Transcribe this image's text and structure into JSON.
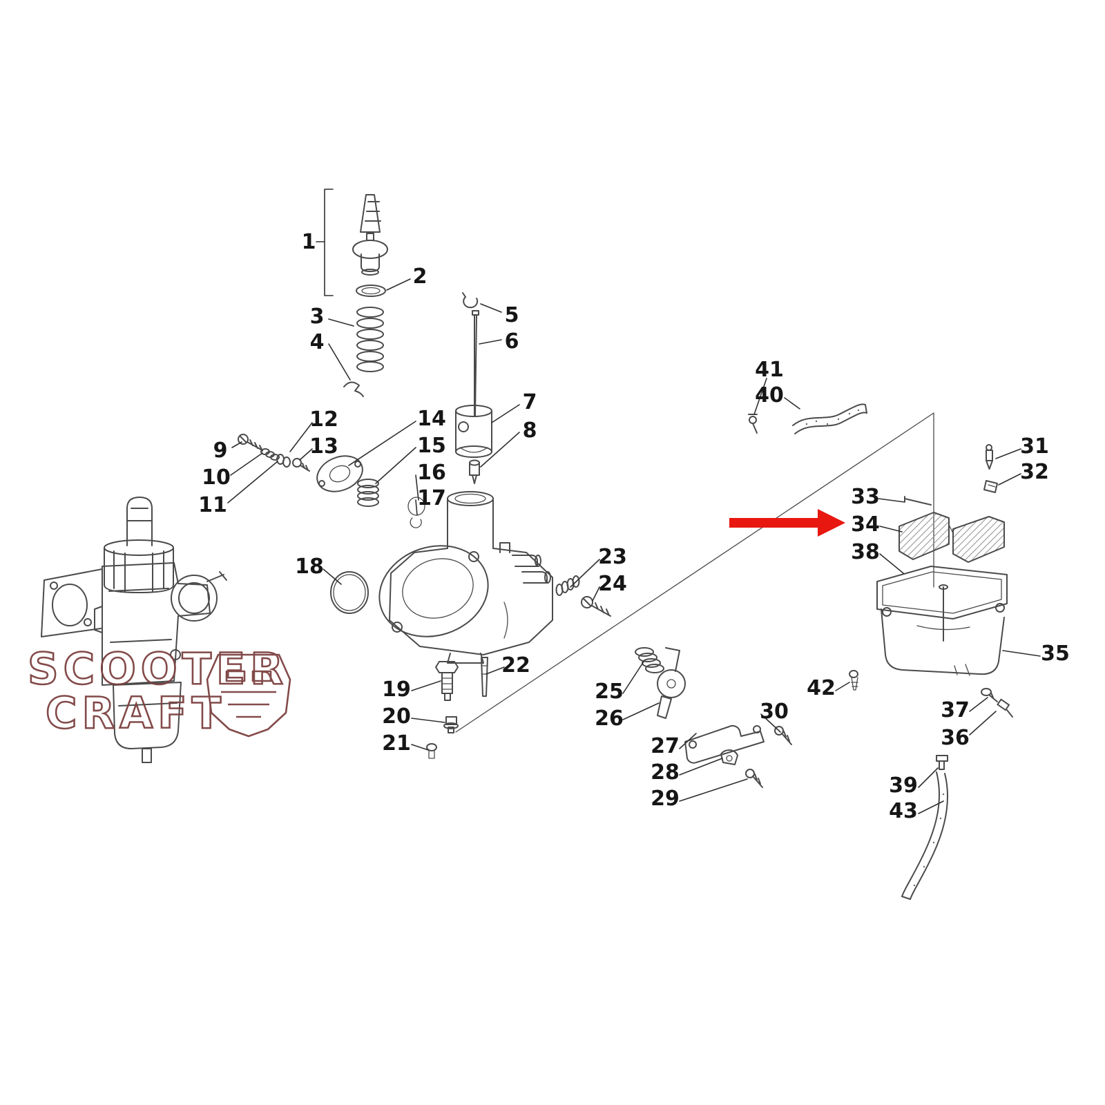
{
  "diagram": {
    "type": "exploded-parts-diagram",
    "subject": "carburetor",
    "watermark": {
      "line1": "SCOOTER",
      "line2": "CRAFT"
    },
    "colors": {
      "line": "#4a4a4a",
      "label": "#161616",
      "watermark": "#7c4140",
      "arrow": "#e81710"
    },
    "highlighted_part": "34",
    "parts": [
      {
        "num": "1"
      },
      {
        "num": "2"
      },
      {
        "num": "3"
      },
      {
        "num": "4"
      },
      {
        "num": "5"
      },
      {
        "num": "6"
      },
      {
        "num": "7"
      },
      {
        "num": "8"
      },
      {
        "num": "9"
      },
      {
        "num": "10"
      },
      {
        "num": "11"
      },
      {
        "num": "12"
      },
      {
        "num": "13"
      },
      {
        "num": "14"
      },
      {
        "num": "15"
      },
      {
        "num": "16"
      },
      {
        "num": "17"
      },
      {
        "num": "18"
      },
      {
        "num": "19"
      },
      {
        "num": "20"
      },
      {
        "num": "21"
      },
      {
        "num": "22"
      },
      {
        "num": "23"
      },
      {
        "num": "24"
      },
      {
        "num": "25"
      },
      {
        "num": "26"
      },
      {
        "num": "27"
      },
      {
        "num": "28"
      },
      {
        "num": "29"
      },
      {
        "num": "30"
      },
      {
        "num": "31"
      },
      {
        "num": "32"
      },
      {
        "num": "33"
      },
      {
        "num": "34"
      },
      {
        "num": "35"
      },
      {
        "num": "36"
      },
      {
        "num": "37"
      },
      {
        "num": "38"
      },
      {
        "num": "39"
      },
      {
        "num": "40"
      },
      {
        "num": "41"
      },
      {
        "num": "42"
      },
      {
        "num": "43"
      }
    ]
  }
}
